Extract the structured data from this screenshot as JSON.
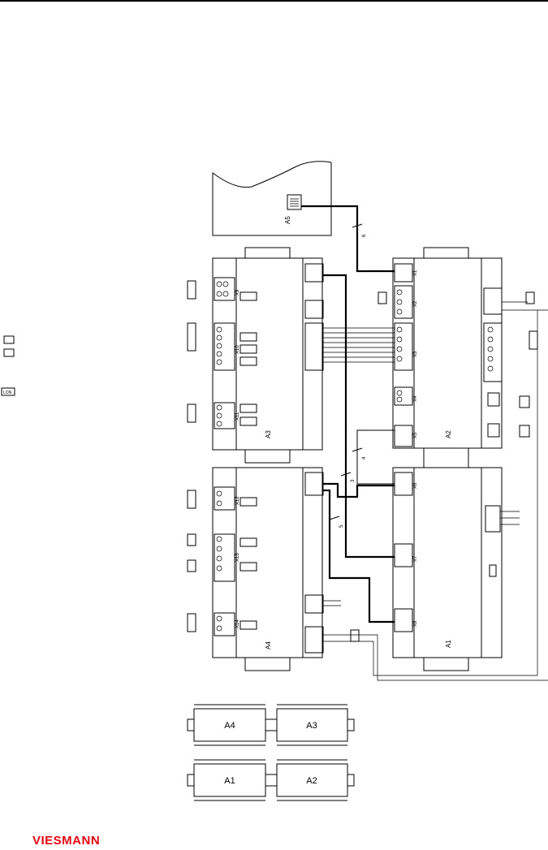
{
  "brand": {
    "name": "VIESMANN",
    "color": "#e30613"
  },
  "wiring": {
    "modules": {
      "A1": "A1",
      "A2": "A2",
      "A3": "A3",
      "A4": "A4",
      "A5": "A5"
    },
    "cable_labels": [
      "6",
      "4",
      "3",
      "5"
    ],
    "connector_labels": {
      "x1": "X1",
      "x2": "X2",
      "x3": "X3",
      "x4": "X4",
      "x5": "X5",
      "x6": "X6",
      "x7": "X7",
      "x8": "X8",
      "x9": "X9",
      "x10": "X10",
      "x11": "X11",
      "x12": "X12",
      "x13": "X13",
      "x14": "X14"
    },
    "left_tags": [
      "LON"
    ]
  },
  "layout_legend": {
    "row1": [
      "A4",
      "A3"
    ],
    "row2": [
      "A1",
      "A2"
    ]
  }
}
